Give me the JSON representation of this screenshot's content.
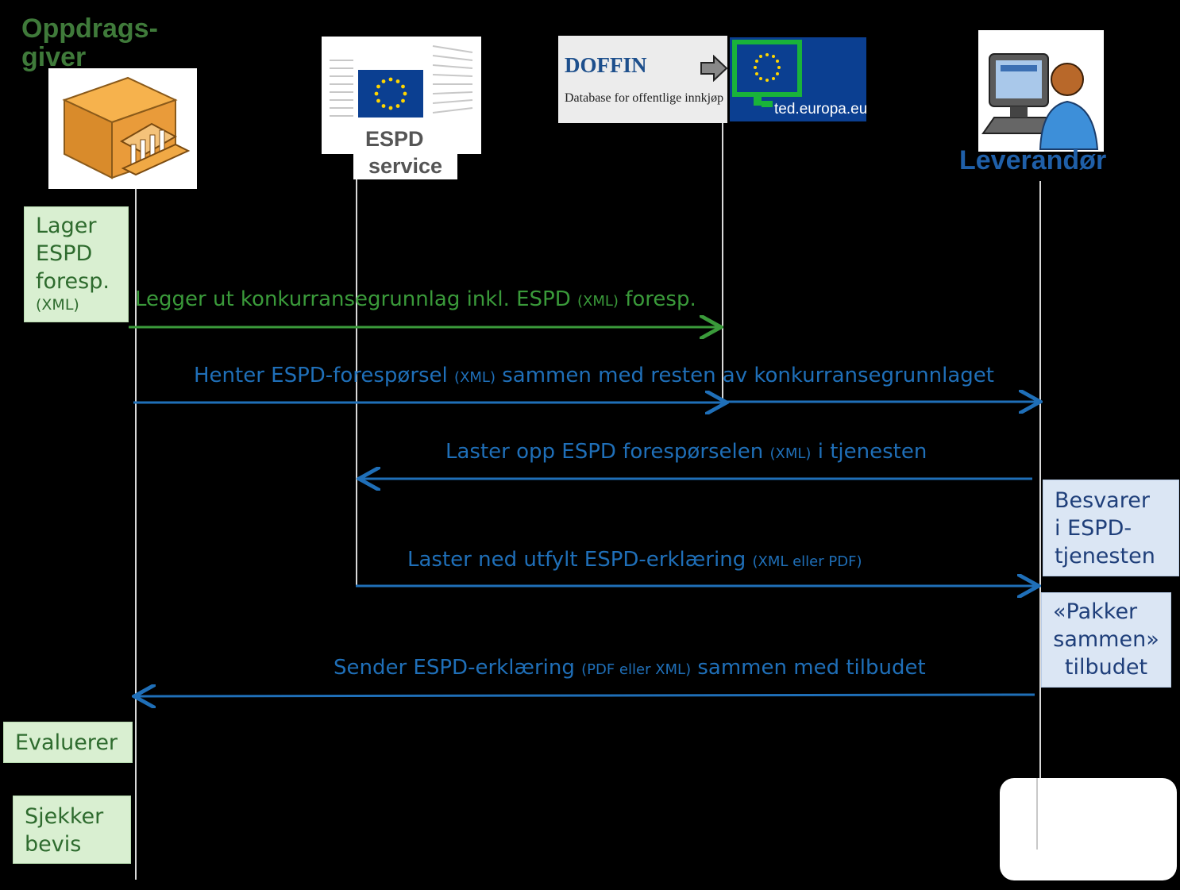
{
  "actors": {
    "buyer": {
      "title_line1": "Oppdrags-",
      "title_line2": "giver"
    },
    "espd": {
      "label_line1": "ESPD",
      "label_line2": "service"
    },
    "doffin": {
      "logo_name": "DOFFIN",
      "logo_subtitle": "Database for offentlige innkjøp",
      "ted_label": "ted.europa.eu"
    },
    "supplier": {
      "title": "Leverandør"
    }
  },
  "notes": {
    "lager": {
      "line1": "Lager",
      "line2": "ESPD",
      "line3": "foresp.",
      "line4": "(XML)"
    },
    "besvarer": {
      "line1": "Besvarer",
      "line2": "i ESPD-",
      "line3": "tjenesten"
    },
    "pakker": {
      "line1": "«Pakker",
      "line2": "sammen»",
      "line3": "tilbudet"
    },
    "evaluerer": {
      "line1": "Evaluerer"
    },
    "sjekker": {
      "line1": "Sjekker",
      "line2": "bevis"
    }
  },
  "messages": {
    "m1": {
      "a": "Legger ut konkurransegrunnlag inkl. ESPD ",
      "s": "(XML)",
      "b": " foresp."
    },
    "m2": {
      "a": "Henter ESPD-forespørsel ",
      "s": "(XML)",
      "b": " sammen med resten av  konkurransegrunnlaget"
    },
    "m3": {
      "a": "Laster opp ESPD forespørselen ",
      "s": "(XML)",
      "b": " i tjenesten"
    },
    "m4": {
      "a": "Laster ned utfylt ESPD-erklæring  ",
      "s": "(XML eller PDF)",
      "b": ""
    },
    "m5": {
      "a": "Sender ESPD-erklæring  ",
      "s": "(PDF eller XML)",
      "b": "  sammen med tilbudet"
    }
  },
  "colors": {
    "green": "#3a9a3a",
    "blue": "#1f6fb8",
    "buyer_title": "#3f7a3a",
    "supplier_title": "#1f5fa8",
    "eu_blue": "#0b3f91",
    "eu_yellow": "#ffd500"
  },
  "icons": [
    "building-icon",
    "eu-flag-icon",
    "doffin-arrow-icon",
    "ted-logo-icon",
    "computer-user-icon"
  ]
}
